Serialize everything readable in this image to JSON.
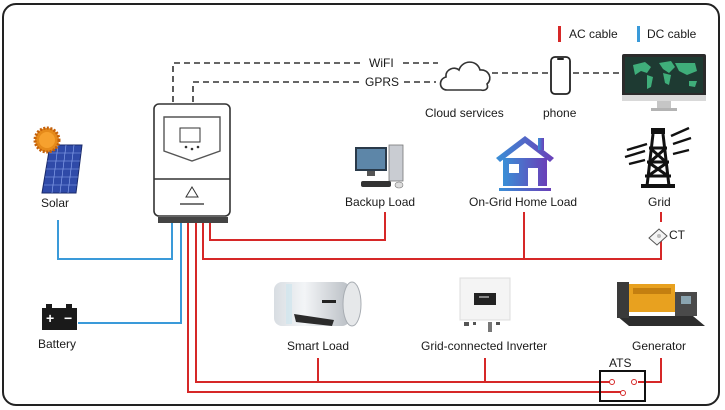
{
  "legend": {
    "ac_label": "AC cable",
    "dc_label": "DC cable",
    "ac_color": "#d62828",
    "dc_color": "#3a9ad9"
  },
  "comm": {
    "wifi_label": "WiFI",
    "gprs_label": "GPRS"
  },
  "nodes": {
    "cloud": "Cloud services",
    "phone": "phone",
    "solar": "Solar",
    "battery": "Battery",
    "backup_load": "Backup Load",
    "ongrid_home_load": "On-Grid Home Load",
    "grid": "Grid",
    "ct": "CT",
    "smart_load": "Smart Load",
    "grid_inverter": "Grid-connected Inverter",
    "generator": "Generator",
    "ats": "ATS"
  },
  "battery_symbols": {
    "plus": "+",
    "minus": "−"
  }
}
